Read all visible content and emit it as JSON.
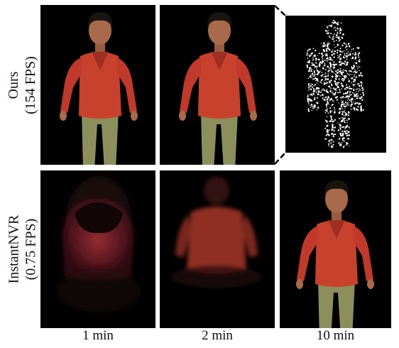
{
  "rows": [
    {
      "method": "Ours",
      "fps": "(154 FPS)"
    },
    {
      "method": "InstantNVR",
      "fps": "(0.75 FPS)"
    }
  ],
  "time_labels": [
    "1 min",
    "2 min",
    "10 min"
  ],
  "colors": {
    "background": "#000000",
    "sweater": "#c8412c",
    "pants": "#8c8f5c",
    "hair": "#1a1410",
    "skin": "#a86a4a",
    "ghost": "#9c2b34"
  }
}
